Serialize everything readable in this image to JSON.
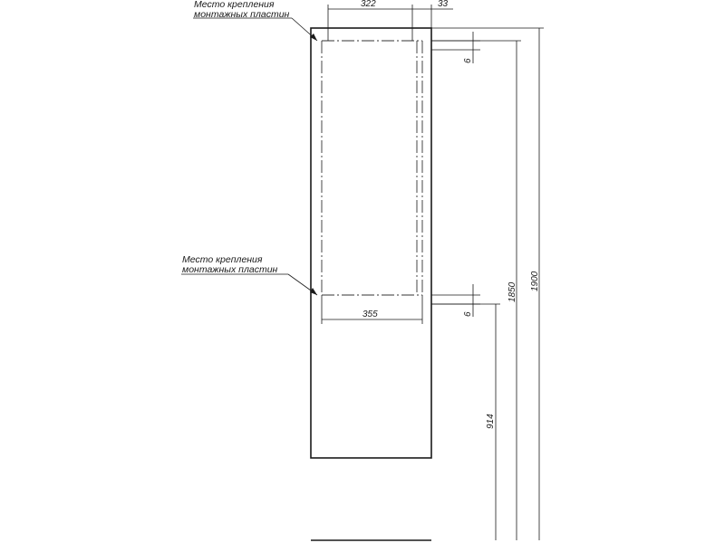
{
  "callouts": {
    "top": {
      "line1": "Место крепления",
      "line2": "монтажных пластин"
    },
    "middle": {
      "line1": "Место крепления",
      "line2": "монтажных пластин"
    }
  },
  "dimensions": {
    "top_width": "322",
    "top_offset": "33",
    "top_gap": "6",
    "middle_gap": "6",
    "bottom_width": "355",
    "height_914": "914",
    "height_1850": "1850",
    "height_1900": "1900"
  }
}
